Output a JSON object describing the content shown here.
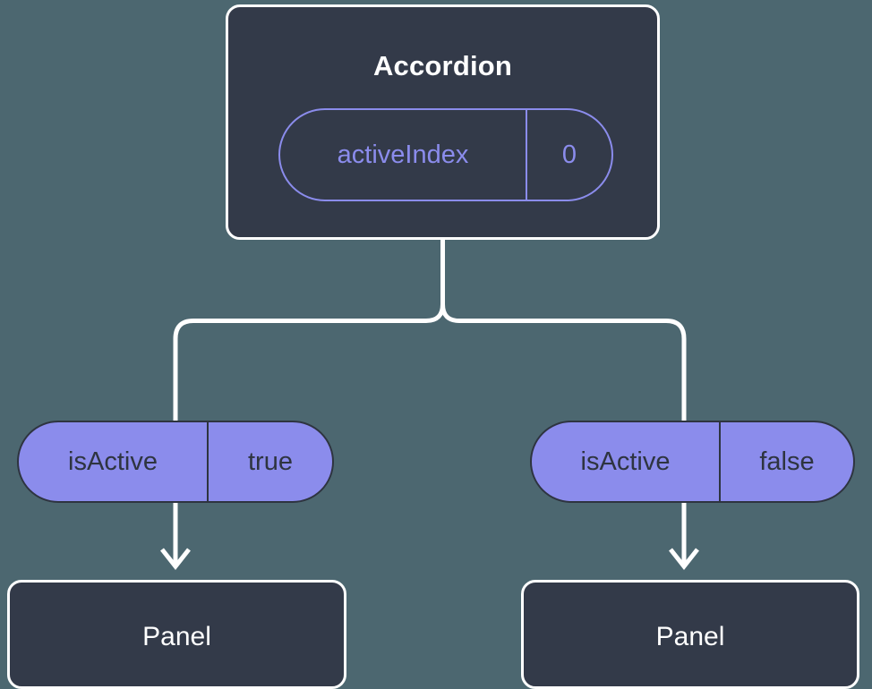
{
  "diagram": {
    "title_node": {
      "label": "Accordion",
      "state_chip": {
        "key": "activeIndex",
        "value": "0"
      }
    },
    "branches": [
      {
        "chip": {
          "key": "isActive",
          "value": "true"
        },
        "panel": {
          "label": "Panel"
        }
      },
      {
        "chip": {
          "key": "isActive",
          "value": "false"
        },
        "panel": {
          "label": "Panel"
        }
      }
    ],
    "colors": {
      "background": "#4c6770",
      "card_fill": "#333a49",
      "card_border": "#ffffff",
      "accent_purple": "#8b8cec",
      "chip_text_dark": "#2e3440",
      "connector": "#ffffff"
    }
  }
}
